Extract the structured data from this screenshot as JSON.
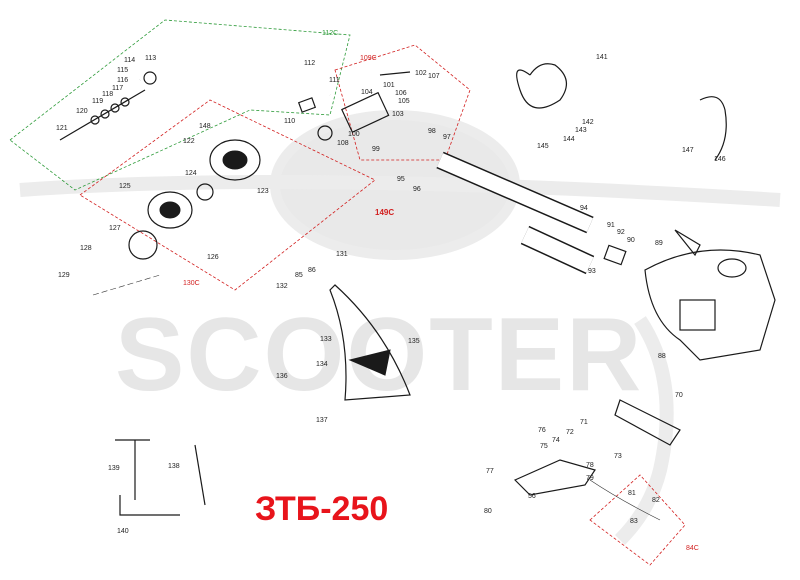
{
  "model_title": "ЗТБ-250",
  "watermark_text": "SCOOTER",
  "group_labels": [
    {
      "id": "112c",
      "text": "112C",
      "color": "#2e9b3a"
    },
    {
      "id": "109c",
      "text": "109C",
      "color": "#d21f1f"
    },
    {
      "id": "149c",
      "text": "149C",
      "color": "#d21f1f"
    },
    {
      "id": "130c",
      "text": "130C",
      "color": "#d21f1f"
    },
    {
      "id": "84c",
      "text": "84C",
      "color": "#d21f1f"
    }
  ],
  "part_numbers": [
    "56",
    "70",
    "71",
    "72",
    "73",
    "74",
    "75",
    "76",
    "77",
    "78",
    "79",
    "80",
    "81",
    "82",
    "83",
    "85",
    "86",
    "88",
    "89",
    "90",
    "91",
    "92",
    "93",
    "94",
    "95",
    "96",
    "97",
    "98",
    "99",
    "100",
    "101",
    "102",
    "103",
    "104",
    "105",
    "106",
    "107",
    "108",
    "110",
    "111",
    "112",
    "113",
    "114",
    "115",
    "116",
    "117",
    "118",
    "119",
    "120",
    "121",
    "122",
    "123",
    "124",
    "125",
    "126",
    "127",
    "128",
    "129",
    "131",
    "132",
    "133",
    "134",
    "135",
    "136",
    "137",
    "138",
    "139",
    "140",
    "141",
    "142",
    "143",
    "144",
    "145",
    "146",
    "147",
    "148"
  ],
  "colors": {
    "group_green": "#2e9b3a",
    "group_red": "#d21f1f",
    "title_red": "#e8141b",
    "watermark": "#e6e6e6"
  }
}
